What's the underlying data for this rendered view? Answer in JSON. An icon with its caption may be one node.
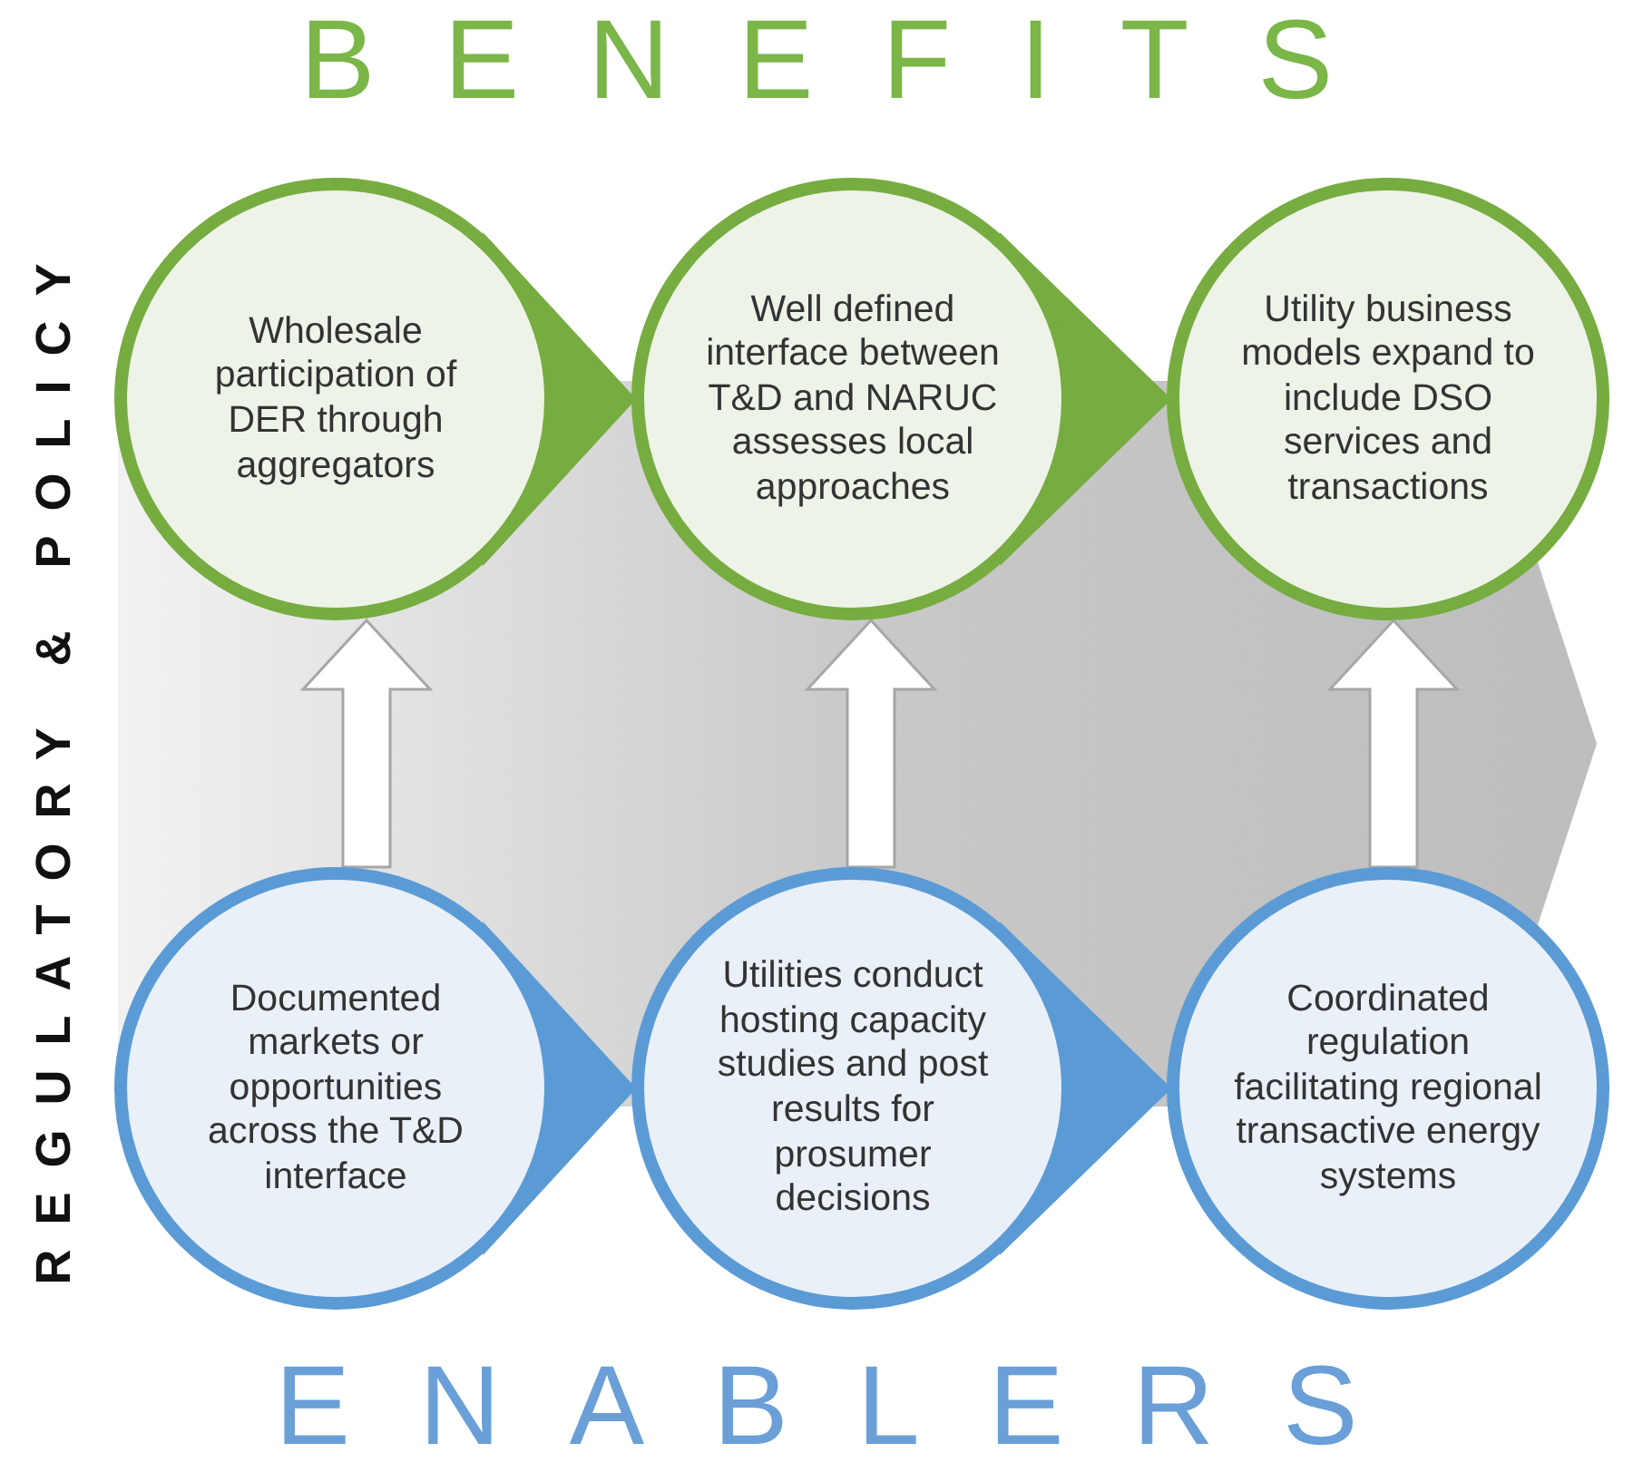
{
  "diagram": {
    "title": "BENEFITS",
    "nodes": [
      {
        "text": [
          "Wholesale participation of DER through aggregators"
        ]
      },
      {
        "text": [
          "Well defined interface between T&D and NARUC assesses local approaches"
        ]
      },
      {
        "text": [
          "Utility business models expand to include DSO services and transactions"
        ]
      },
      {
        "text": [
          "Documented markets or opportunities across the T&D interface"
        ]
      },
      {
        "text": [
          "Utilities conduct hosting capacity studies and post results for prosumer decisions"
        ]
      },
      {
        "text": [
          "Coordinated regulation facilitating regional transactive energy systems"
        ]
      }
    ],
    "edges": [
      {
        "from": 0,
        "to": 1,
        "arrow": "to",
        "color": "#77ac41"
      },
      {
        "from": 1,
        "to": 2,
        "arrow": "to",
        "color": "#77ac41"
      },
      {
        "from": 3,
        "to": 4,
        "arrow": "to",
        "color": "#5b9bd5"
      },
      {
        "from": 4,
        "to": 5,
        "arrow": "to",
        "color": "#5b9bd5"
      },
      {
        "from": 3,
        "to": 0,
        "arrow": "to"
      },
      {
        "from": 4,
        "to": 1,
        "arrow": "to"
      },
      {
        "from": 5,
        "to": 2,
        "arrow": "to"
      }
    ],
    "labels": [
      "REGULATORY & POLICY",
      "ENABLERS"
    ]
  }
}
